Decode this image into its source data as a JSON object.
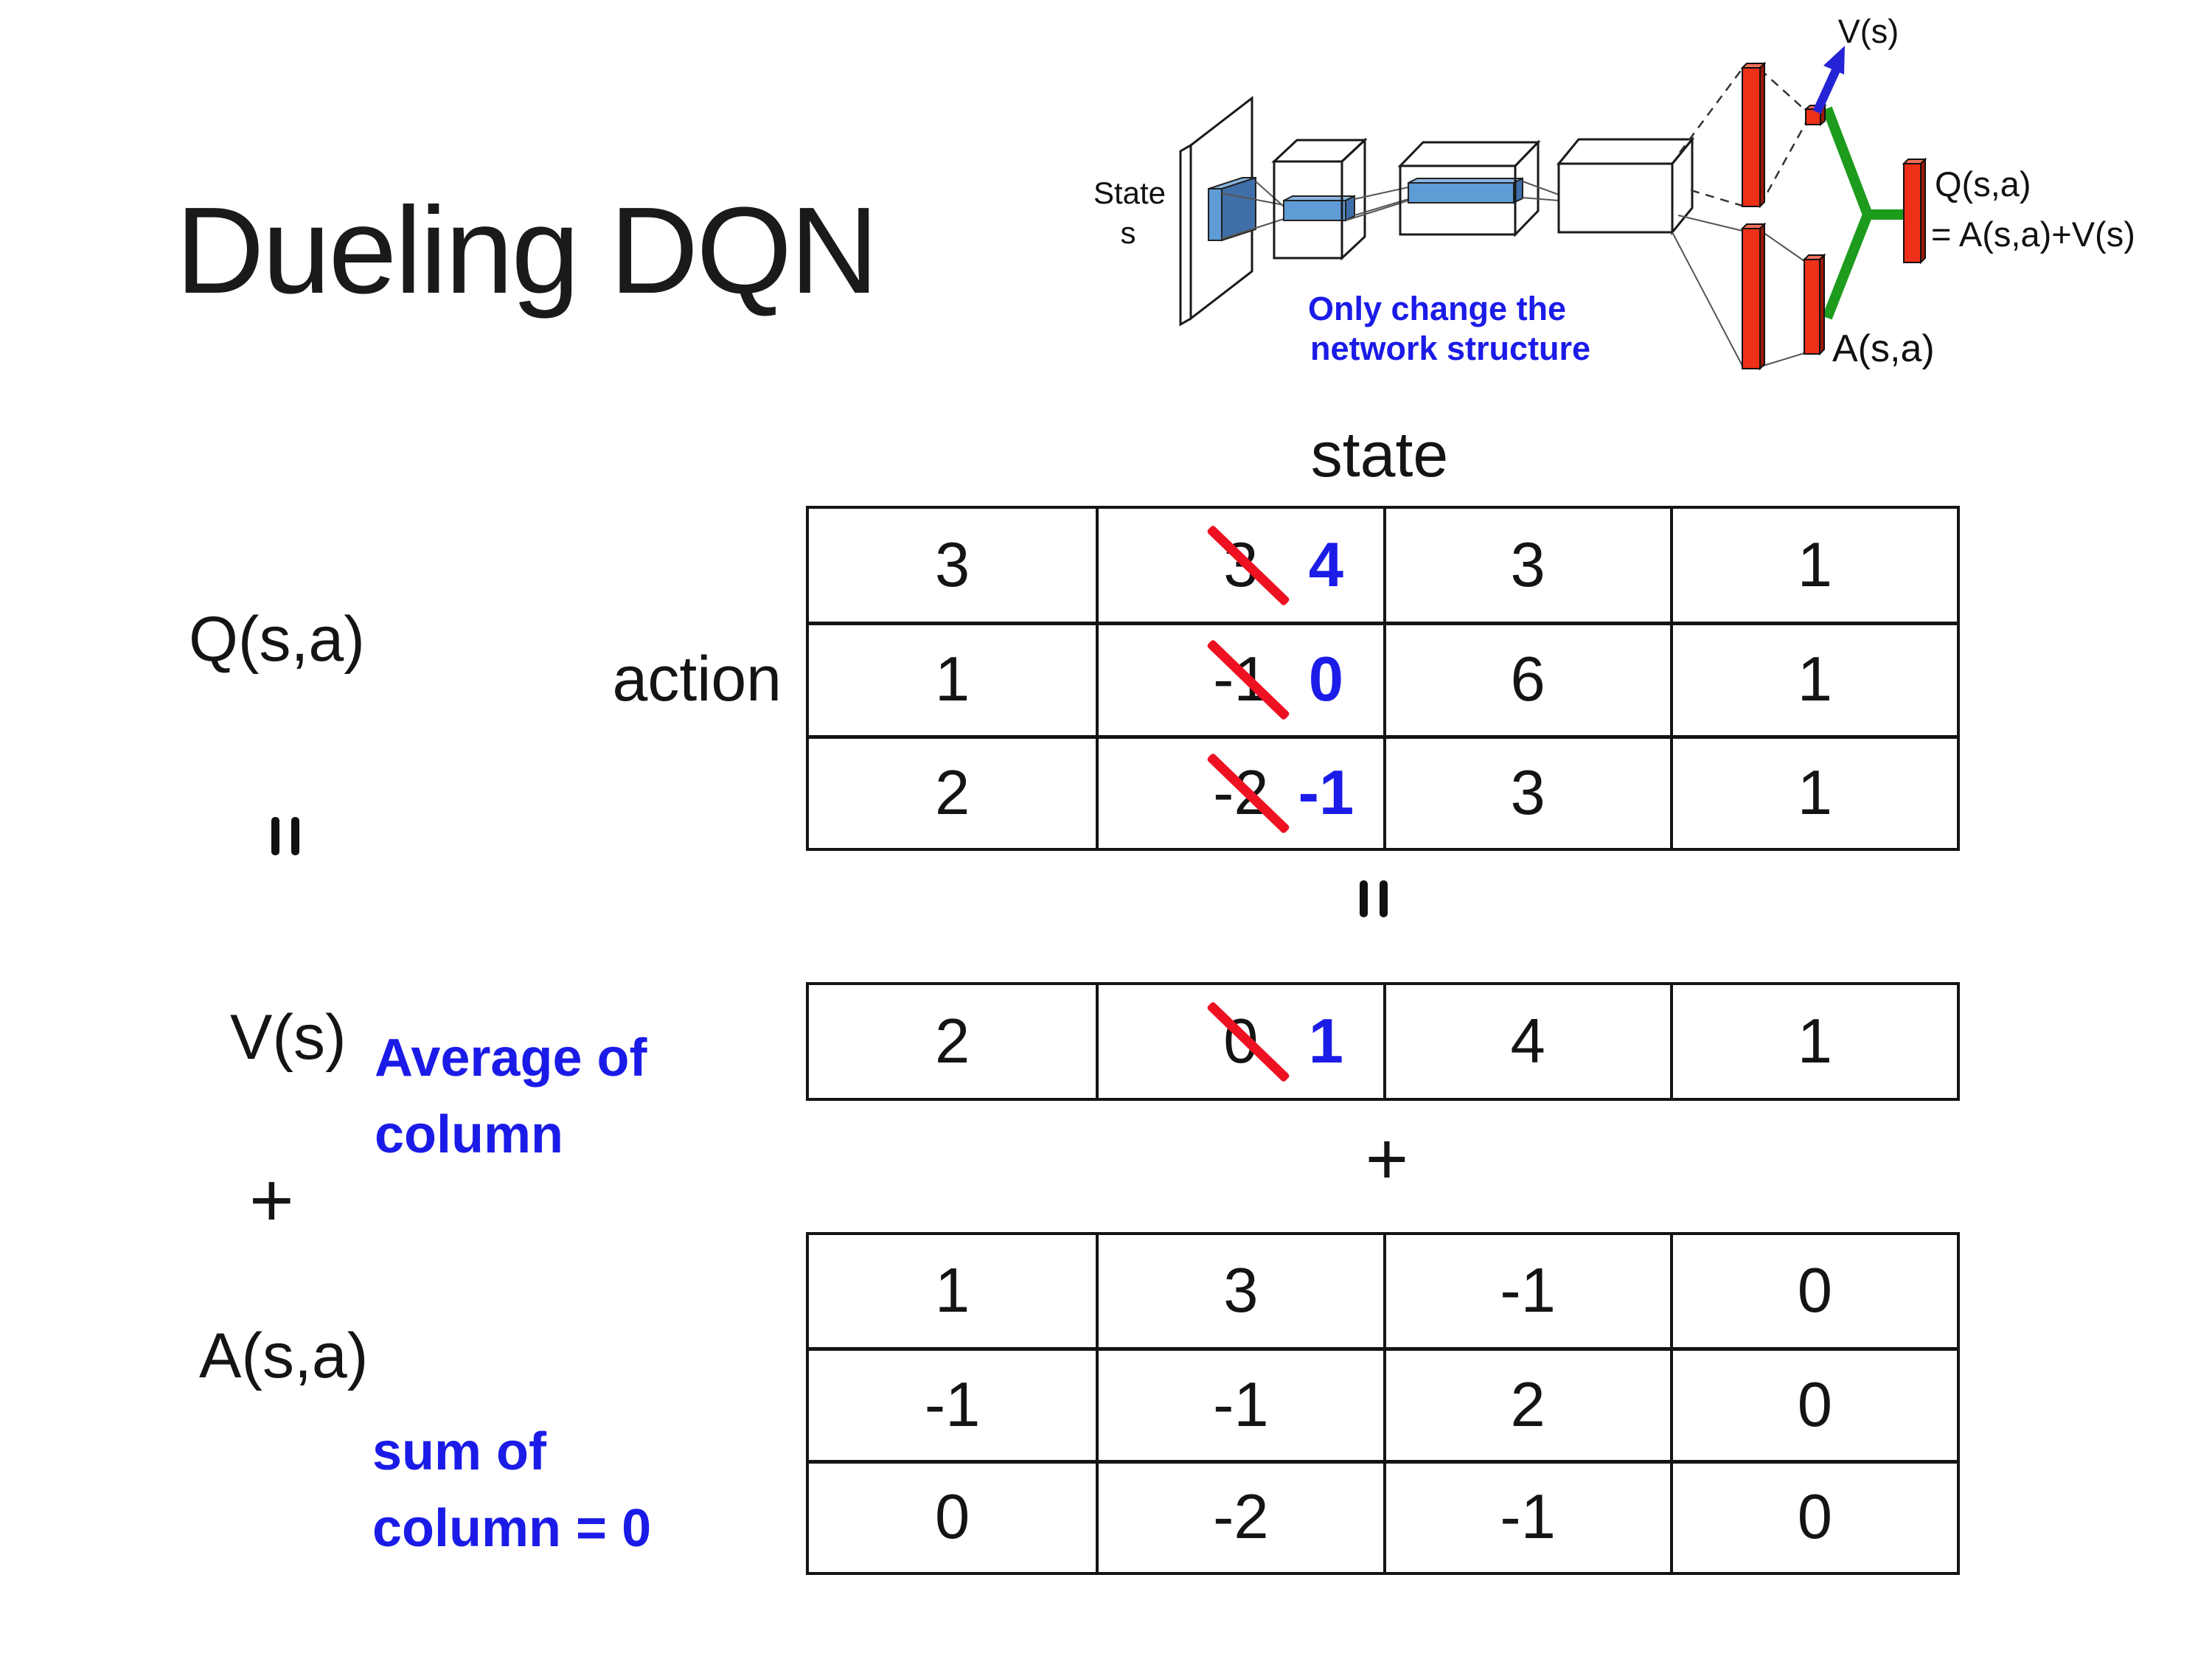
{
  "title": "Dueling DQN",
  "colors": {
    "accent_blue": "#1b1be8",
    "cross_red": "#ee1122",
    "bar_red": "#ee3018",
    "connector_green": "#1d9b1d",
    "feature_blue": "#5f9bd5"
  },
  "diagram": {
    "state_label_line1": "State",
    "state_label_line2": "s",
    "v_label": "V(s)",
    "q_label_line1": "Q(s,a)",
    "q_label_line2": "= A(s,a)+V(s)",
    "a_label": "A(s,a)",
    "note_line1": "Only change the",
    "note_line2": "network structure"
  },
  "matrix_section": {
    "state_axis_label": "state",
    "action_axis_label": "action",
    "q_label": "Q(s,a)",
    "v_label": "V(s)",
    "a_label": "A(s,a)",
    "plus_left": "+",
    "plus_mid": "+",
    "avg_note_line1": "Average of",
    "avg_note_line2": "column",
    "sum_note_line1": "sum of",
    "sum_note_line2": "column = 0",
    "q_table": {
      "rows": [
        [
          "3",
          {
            "old": "3",
            "new": "4"
          },
          "3",
          "1"
        ],
        [
          "1",
          {
            "old": "-1",
            "new": "0"
          },
          "6",
          "1"
        ],
        [
          "2",
          {
            "old": "-2",
            "new": "-1"
          },
          "3",
          "1"
        ]
      ]
    },
    "v_table": {
      "rows": [
        [
          "2",
          {
            "old": "0",
            "new": "1"
          },
          "4",
          "1"
        ]
      ]
    },
    "a_table": {
      "rows": [
        [
          "1",
          "3",
          "-1",
          "0"
        ],
        [
          "-1",
          "-1",
          "2",
          "0"
        ],
        [
          "0",
          "-2",
          "-1",
          "0"
        ]
      ]
    }
  }
}
